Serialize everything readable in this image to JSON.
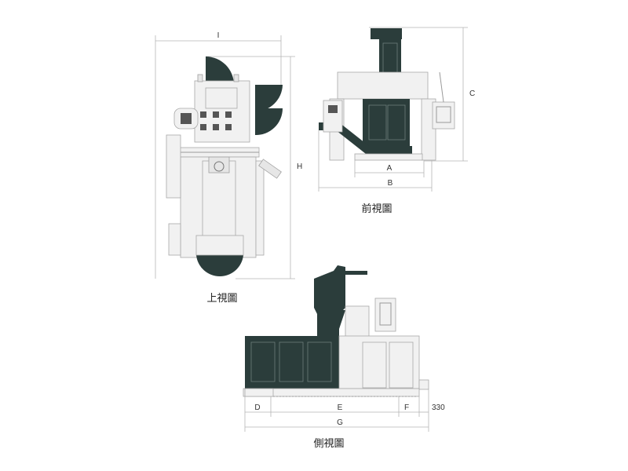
{
  "views": {
    "top": {
      "caption": "上視圖",
      "dims": {
        "width": "I",
        "height": "H"
      }
    },
    "front": {
      "caption": "前視圖",
      "dims": {
        "a": "A",
        "b": "B",
        "c": "C"
      }
    },
    "side": {
      "caption": "側視圖",
      "dims": {
        "d": "D",
        "e": "E",
        "f": "F",
        "g": "G",
        "extra": "330"
      }
    }
  },
  "colors": {
    "machine_dark": "#2b3d3b",
    "outline": "#9a9a9a",
    "panel": "#f1f1f1"
  }
}
